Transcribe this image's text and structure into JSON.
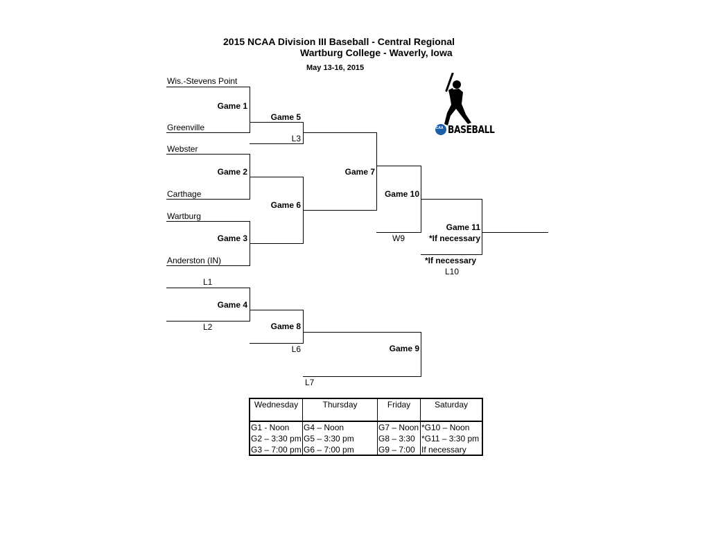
{
  "header": {
    "title": "2015 NCAA Division III Baseball - Central Regional",
    "location": "Wartburg College - Waverly, Iowa",
    "dates": "May 13-16, 2015"
  },
  "logo": {
    "text": "BASEBALL",
    "badge": "NCAA"
  },
  "teams": {
    "t1": "Wis.-Stevens Point",
    "t2": "Greenville",
    "t3": "Webster",
    "t4": "Carthage",
    "t5": "Wartburg",
    "t6": "Anderston (IN)"
  },
  "games": {
    "g1": "Game 1",
    "g2": "Game 2",
    "g3": "Game 3",
    "g4": "Game 4",
    "g5": "Game 5",
    "g6": "Game 6",
    "g7": "Game 7",
    "g8": "Game 8",
    "g9": "Game 9",
    "g10": "Game 10",
    "g11": "Game 11"
  },
  "slots": {
    "l1": "L1",
    "l2": "L2",
    "l3": "L3",
    "l6": "L6",
    "l7": "L7",
    "w9": "W9",
    "l10": "L10",
    "if1": "*If necessary",
    "if2": "*If necessary"
  },
  "schedule": {
    "headers": [
      "Wednesday",
      "Thursday",
      "Friday",
      "Saturday"
    ],
    "rows": [
      [
        "G1 - Noon",
        "G4 – Noon",
        "G7 – Noon",
        "*G10 – Noon"
      ],
      [
        "G2 – 3:30 pm",
        "G5 – 3:30 pm",
        "G8 – 3:30",
        "*G11 – 3:30 pm"
      ],
      [
        "G3 – 7:00 pm",
        "G6 – 7:00 pm",
        "G9 – 7:00",
        "If necessary"
      ]
    ]
  }
}
